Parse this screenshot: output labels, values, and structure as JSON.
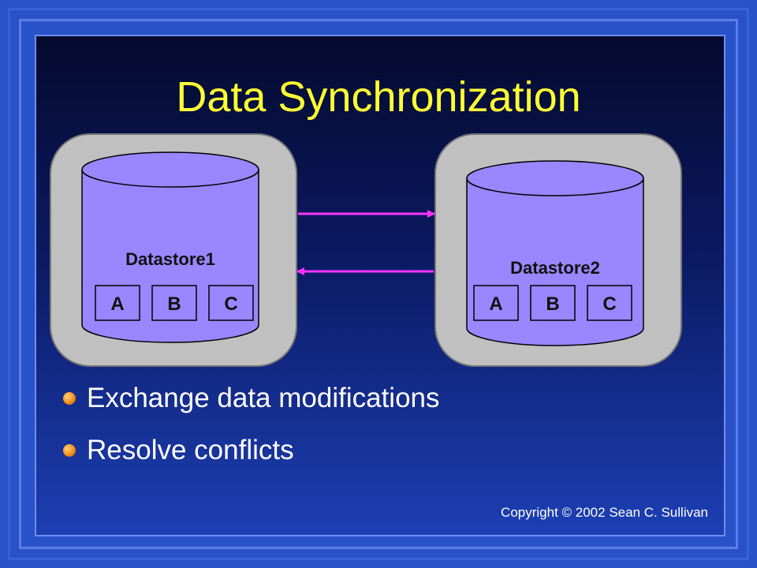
{
  "slide": {
    "title": "Data Synchronization",
    "copyright": "Copyright  © 2002 Sean C. Sullivan"
  },
  "diagram": {
    "datastores": [
      {
        "name": "Datastore1",
        "items": [
          "A",
          "B",
          "C"
        ]
      },
      {
        "name": "Datastore2",
        "items": [
          "A",
          "B",
          "C"
        ]
      }
    ],
    "arrow_color": "#ff33ff"
  },
  "bullets": [
    "Exchange data modifications",
    "Resolve conflicts"
  ],
  "colors": {
    "title": "#ffff33",
    "cylinder_fill": "#9a86ff",
    "cylinder_stroke": "#000000",
    "container_fill": "#c0c0c0",
    "bullet_dot": "#ee8a10"
  }
}
